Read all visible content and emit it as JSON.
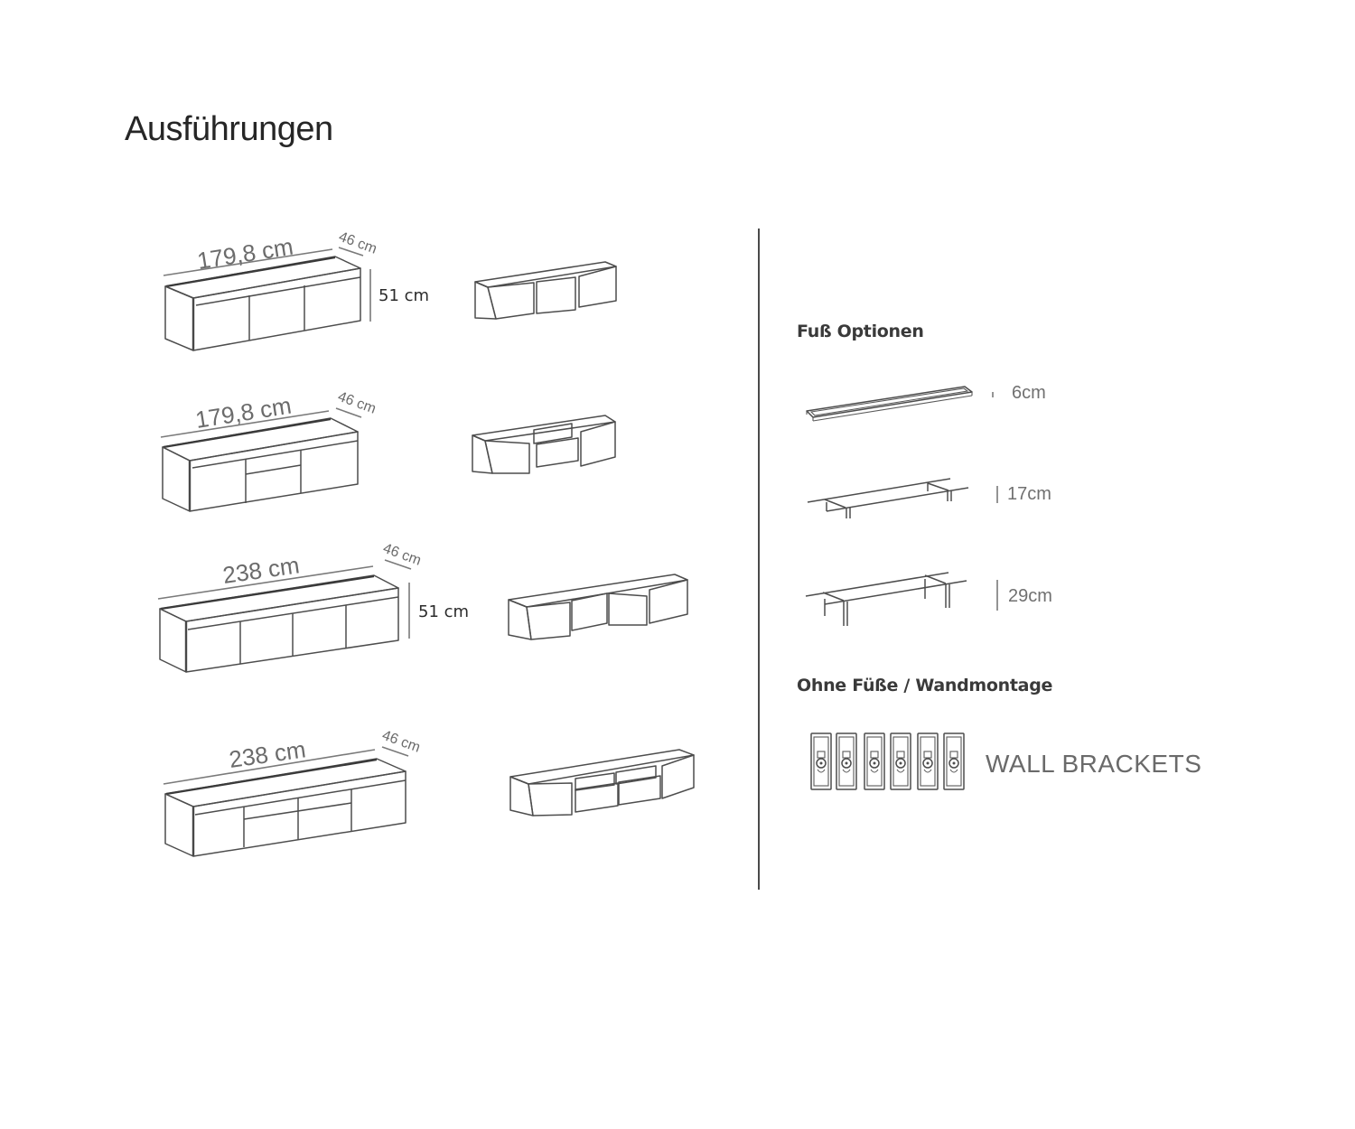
{
  "page": {
    "title": "Ausführungen"
  },
  "variants": [
    {
      "id": "v1",
      "width_label": "179,8 cm",
      "depth_label": "46 cm",
      "height_label": "51 cm",
      "fronts": "3 doors",
      "open_view": "3 doors open"
    },
    {
      "id": "v2",
      "width_label": "179,8 cm",
      "depth_label": "46 cm",
      "height_label": "",
      "fronts": "2 doors + 2 drawers",
      "open_view": "2 doors + 2 drawers open"
    },
    {
      "id": "v3",
      "width_label": "238 cm",
      "depth_label": "46 cm",
      "height_label": "51 cm",
      "fronts": "4 doors",
      "open_view": "4 doors open"
    },
    {
      "id": "v4",
      "width_label": "238 cm",
      "depth_label": "46 cm",
      "height_label": "",
      "fronts": "2 doors + 4 drawers",
      "open_view": "2 doors + 4 drawers open"
    }
  ],
  "foot_options": {
    "heading": "Fuß Optionen",
    "items": [
      {
        "type": "frame base",
        "height_label": "6cm"
      },
      {
        "type": "low rail legs",
        "height_label": "17cm"
      },
      {
        "type": "tall rail legs",
        "height_label": "29cm"
      }
    ]
  },
  "wall_mount": {
    "heading": "Ohne Füße / Wandmontage",
    "bracket_count": 6,
    "label": "WALL BRACKETS"
  },
  "colors": {
    "line": "#4a4a4a",
    "dim_text": "#6b6b6b",
    "heading": "#3a3a3a"
  }
}
